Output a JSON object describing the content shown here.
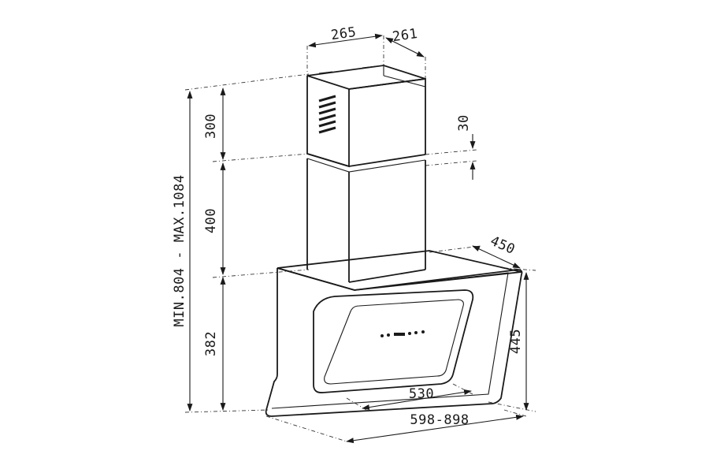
{
  "dimensions": {
    "chimney_width": "265",
    "chimney_depth": "261",
    "upper_chimney": "300",
    "overlap": "30",
    "lower_chimney": "400",
    "hood_height_left": "382",
    "total_height": "MIN.804 - MAX.1084",
    "hood_depth": "450",
    "hood_height_right": "445",
    "inner_width": "530",
    "total_width": "598-898"
  }
}
